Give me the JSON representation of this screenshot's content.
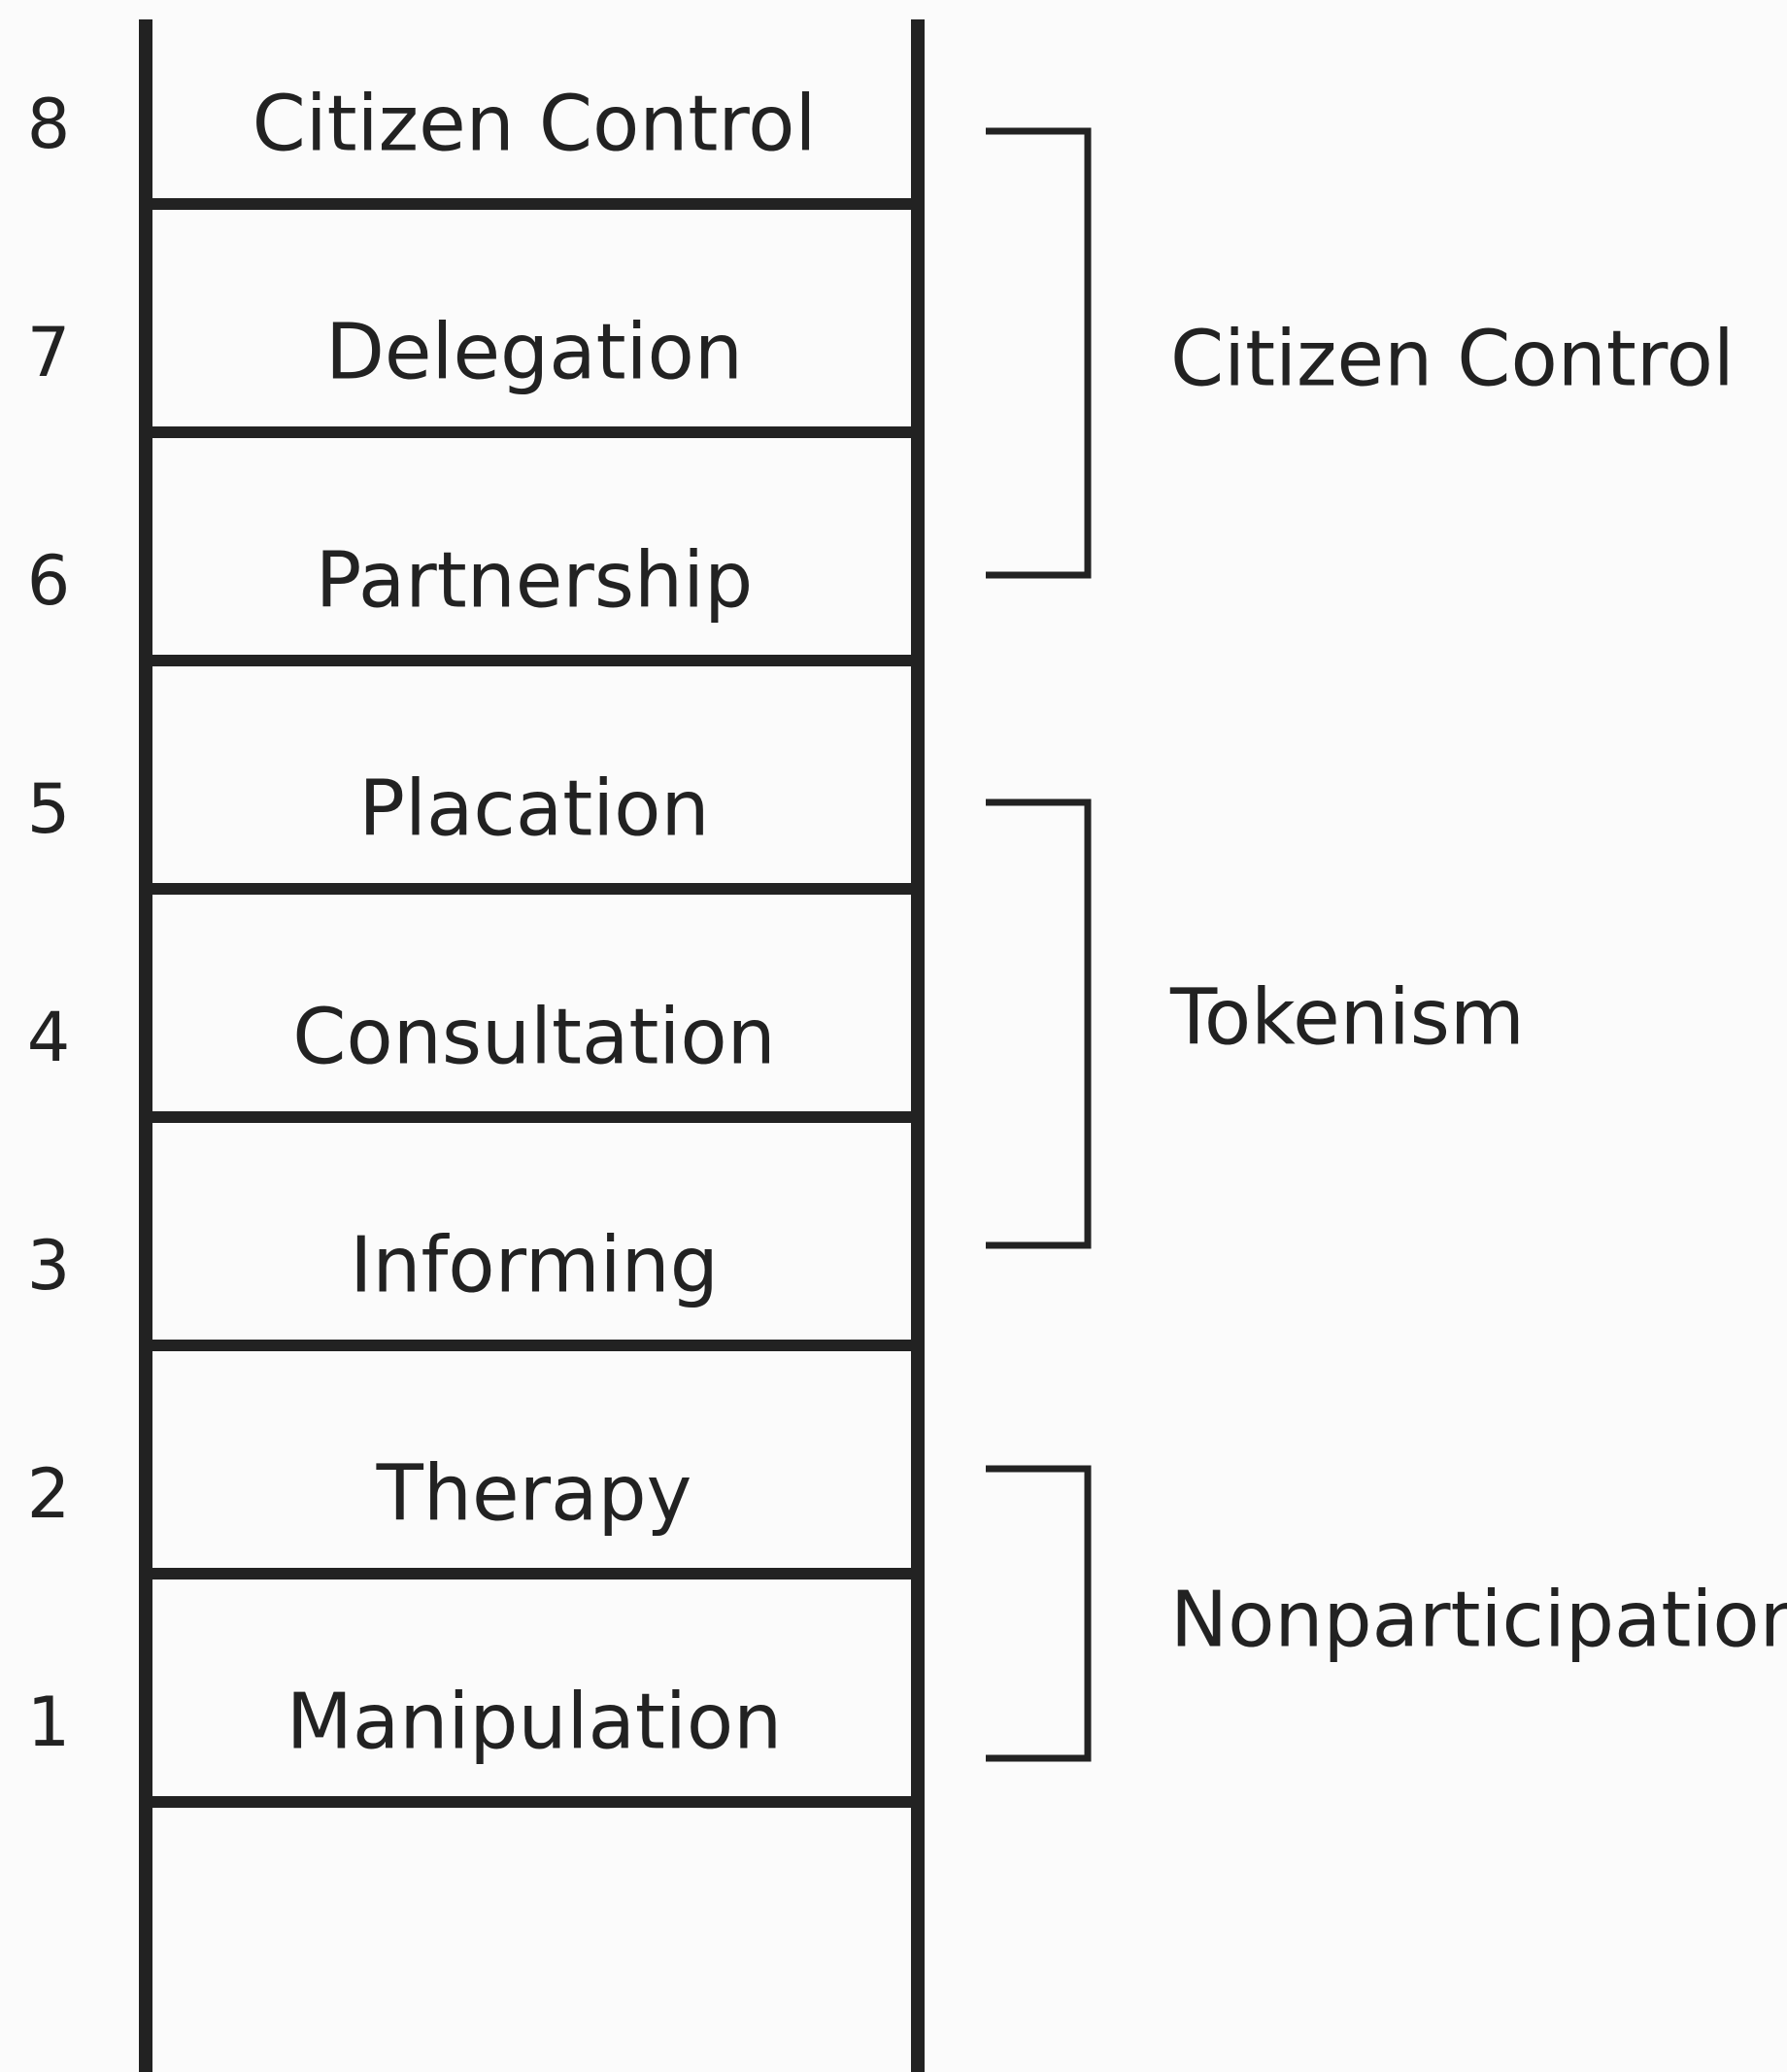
{
  "rungs": [
    {
      "number": "8",
      "label": "Citizen Control"
    },
    {
      "number": "7",
      "label": "Delegation"
    },
    {
      "number": "6",
      "label": "Partnership"
    },
    {
      "number": "5",
      "label": "Placation"
    },
    {
      "number": "4",
      "label": "Consultation"
    },
    {
      "number": "3",
      "label": "Informing"
    },
    {
      "number": "2",
      "label": "Therapy"
    },
    {
      "number": "1",
      "label": "Manipulation"
    }
  ],
  "groups": [
    {
      "label": "Citizen Control",
      "rungs": [
        "8",
        "7",
        "6"
      ]
    },
    {
      "label": "Tokenism",
      "rungs": [
        "5",
        "4",
        "3"
      ]
    },
    {
      "label": "Nonparticipation",
      "rungs": [
        "2",
        "1"
      ]
    }
  ]
}
